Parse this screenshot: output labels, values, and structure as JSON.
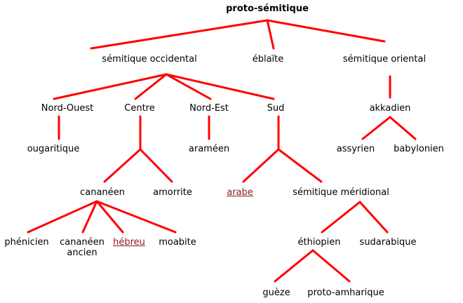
{
  "colors": {
    "edge": "#ff0000",
    "text": "#000000",
    "link": "#8b1a1a",
    "background": "#ffffff"
  },
  "nodes": {
    "proto_semitique": "proto-sémitique",
    "semitique_occidental": "sémitique occidental",
    "eblaite": "éblaïte",
    "semitique_oriental": "sémitique oriental",
    "nord_ouest": "Nord-Ouest",
    "centre": "Centre",
    "nord_est": "Nord-Est",
    "sud": "Sud",
    "akkadien": "akkadien",
    "ougaritique": "ougaritique",
    "arameen": "araméen",
    "assyrien": "assyrien",
    "babylonien": "babylonien",
    "cananeen": "cananéen",
    "amorrite": "amorrite",
    "arabe": "arabe",
    "semitique_meridional": "sémitique méridional",
    "phenicien": "phénicien",
    "cananeen_ancien_line1": "cananéen",
    "cananeen_ancien_line2": "ancien",
    "hebreu": "hébreu",
    "moabite": "moabite",
    "ethiopien": "éthiopien",
    "sudarabique": "sudarabique",
    "gueze": "guèze",
    "proto_amharique": "proto-amharique"
  },
  "links": [
    "arabe",
    "hebreu"
  ]
}
